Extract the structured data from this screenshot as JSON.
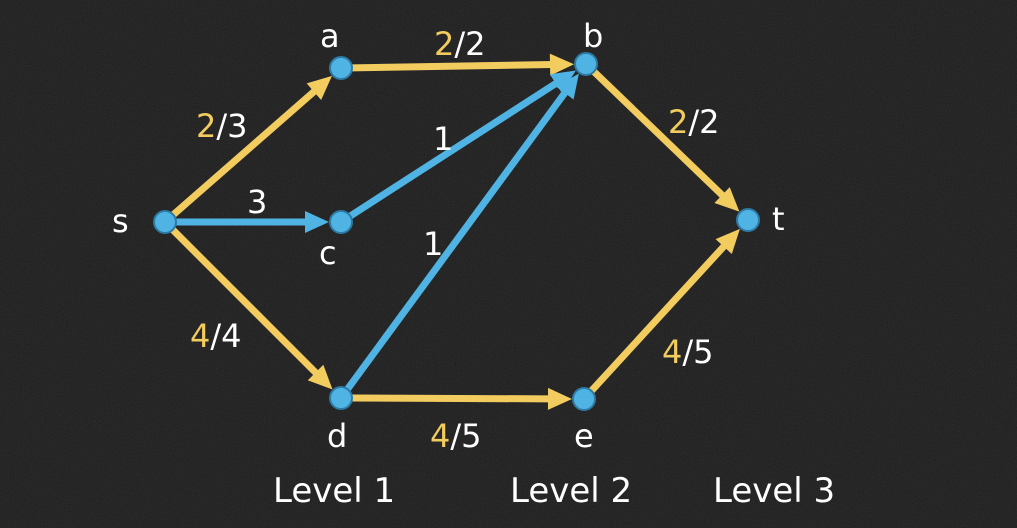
{
  "colors": {
    "background": "#1c1c1c",
    "saturated_edge": "#f2cc5e",
    "residual_edge": "#4fb3e3",
    "node": "#4fb3e3",
    "text": "#ffffff",
    "flow_text": "#f2cc5e"
  },
  "nodes": [
    {
      "id": "s",
      "label": "s"
    },
    {
      "id": "a",
      "label": "a"
    },
    {
      "id": "c",
      "label": "c"
    },
    {
      "id": "d",
      "label": "d"
    },
    {
      "id": "b",
      "label": "b"
    },
    {
      "id": "e",
      "label": "e"
    },
    {
      "id": "t",
      "label": "t"
    }
  ],
  "edges": [
    {
      "from": "s",
      "to": "a",
      "flow": "2",
      "capacity": "3",
      "color": "#f2cc5e"
    },
    {
      "from": "s",
      "to": "c",
      "flow": "",
      "capacity": "3",
      "color": "#4fb3e3"
    },
    {
      "from": "s",
      "to": "d",
      "flow": "4",
      "capacity": "4",
      "color": "#f2cc5e"
    },
    {
      "from": "a",
      "to": "b",
      "flow": "2",
      "capacity": "2",
      "color": "#f2cc5e"
    },
    {
      "from": "c",
      "to": "b",
      "flow": "",
      "capacity": "1",
      "color": "#4fb3e3"
    },
    {
      "from": "d",
      "to": "b",
      "flow": "",
      "capacity": "1",
      "color": "#4fb3e3"
    },
    {
      "from": "d",
      "to": "e",
      "flow": "4",
      "capacity": "5",
      "color": "#f2cc5e"
    },
    {
      "from": "b",
      "to": "t",
      "flow": "2",
      "capacity": "2",
      "color": "#f2cc5e"
    },
    {
      "from": "e",
      "to": "t",
      "flow": "4",
      "capacity": "5",
      "color": "#f2cc5e"
    }
  ],
  "levels": [
    "Level 1",
    "Level 2",
    "Level 3"
  ]
}
